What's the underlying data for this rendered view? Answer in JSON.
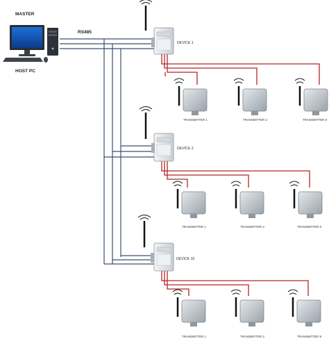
{
  "host": {
    "master_label": "MASTER",
    "host_label": "HOST PC",
    "bus_label": "RS485"
  },
  "devices": [
    {
      "label": "DEVICE 1",
      "transmitters": [
        "TRANSMITTER 1",
        "TRANSMITTER 2",
        "TRANSMITTER 8"
      ]
    },
    {
      "label": "DEVICE 2",
      "transmitters": [
        "TRANSMITTER 1",
        "TRANSMITTER 2",
        "TRANSMITTER 8"
      ]
    },
    {
      "label": "DEVICE 32",
      "transmitters": [
        "TRANSMITTER 1",
        "TRANSMITTER 2",
        "TRANSMITTER 8"
      ]
    }
  ],
  "colors": {
    "bus_line": "#3a4f6e",
    "sensor_line": "#b52424",
    "device_body": "#e8ecef",
    "transmitter_body": "#c9d0d6"
  }
}
